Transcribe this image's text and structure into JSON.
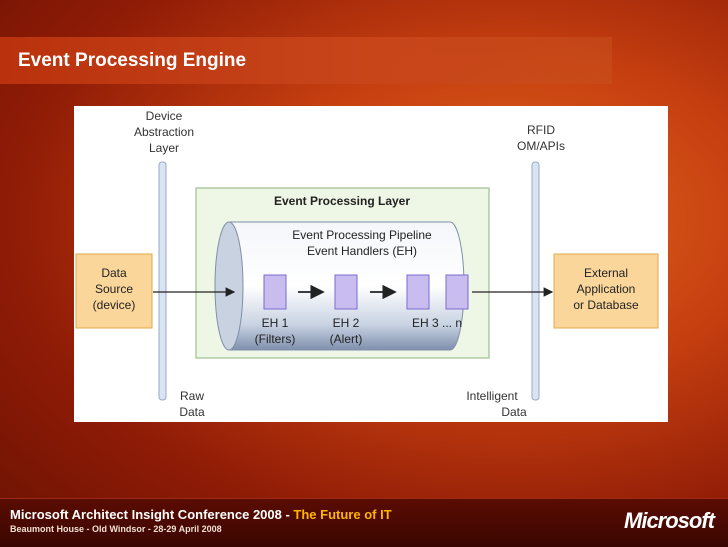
{
  "slide": {
    "title": "Event Processing Engine"
  },
  "diagram": {
    "device_layer": [
      "Device",
      "Abstraction",
      "Layer"
    ],
    "rfid_layer": [
      "RFID",
      "OM/APIs"
    ],
    "layer_title": "Event Processing Layer",
    "pipeline": [
      "Event Processing Pipeline",
      "Event Handlers (EH)"
    ],
    "data_source": [
      "Data",
      "Source",
      "(device)"
    ],
    "external": [
      "External",
      "Application",
      "or Database"
    ],
    "handlers": [
      {
        "name": "EH 1",
        "role": "(Filters)"
      },
      {
        "name": "EH 2",
        "role": "(Alert)"
      },
      {
        "name": "EH 3 ... n",
        "role": ""
      }
    ],
    "raw_data": [
      "Raw",
      "Data"
    ],
    "intelligent_data": [
      "Intelligent",
      "Data"
    ],
    "colors": {
      "source_box": "#fbd69a",
      "layer_box": "#eef7e6",
      "layer_border": "#9fbf8f",
      "handler": "#c9bdf0",
      "handler_border": "#7a6ad0",
      "rail": "#d8e4f2"
    }
  },
  "footer": {
    "conference": "Microsoft Architect Insight Conference 2008 - ",
    "tagline": "The Future of IT",
    "venue": "Beaumont House - Old Windsor - 28-29 April 2008",
    "logo": "Microsoft"
  }
}
